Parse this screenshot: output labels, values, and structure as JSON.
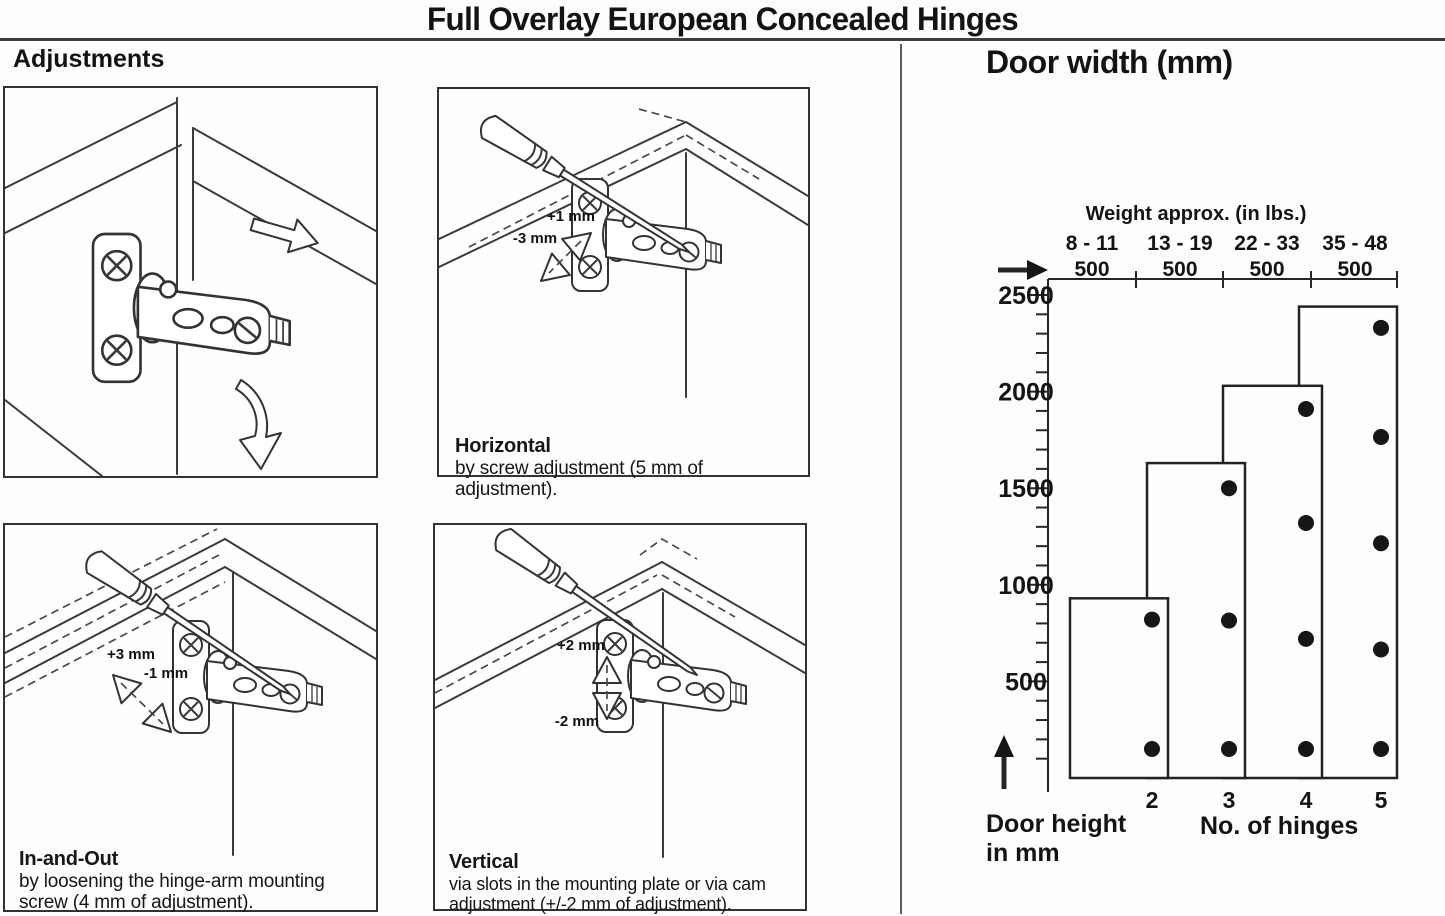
{
  "title": "Full Overlay European Concealed Hinges",
  "left": {
    "heading": "Adjustments",
    "panels": {
      "horizontal": {
        "plus_label": "+1 mm",
        "minus_label": "-3 mm",
        "caption_title": "Horizontal",
        "caption_body": "by screw adjustment (5 mm of adjustment)."
      },
      "in_and_out": {
        "plus_label": "+3 mm",
        "minus_label": "-1 mm",
        "caption_title": "In-and-Out",
        "caption_body": "by loosening the hinge-arm mounting screw (4 mm of adjustment)."
      },
      "vertical": {
        "plus_label": "+2 mm",
        "minus_label": "-2 mm",
        "caption_title": "Vertical",
        "caption_body": "via slots in the mounting plate or via cam adjustment (+/-2 mm of adjustment)."
      }
    }
  },
  "chart": {
    "title": "Door width (mm)",
    "weight_header": "Weight approx. (in lbs.)",
    "ylabel_line1": "Door height",
    "ylabel_line2": "in mm",
    "xlabel": "No. of hinges"
  },
  "chart_data": {
    "type": "bar",
    "title": "Door width (mm)",
    "xlabel": "No. of hinges",
    "ylabel": "Door height in mm",
    "categories": [
      2,
      3,
      4,
      5
    ],
    "values": [
      930,
      1630,
      2030,
      2440
    ],
    "values_note": "maximum door height (mm) per number of hinges, read from chart",
    "weight_classes_lbs": [
      "8 - 11",
      "13 - 19",
      "22 - 33",
      "35 - 48"
    ],
    "door_width_segment_mm": "500",
    "hinge_positions_mm": {
      "2": [
        820,
        150
      ],
      "3": [
        1500,
        815,
        150
      ],
      "4": [
        1910,
        1320,
        720,
        150
      ],
      "5": [
        2330,
        1765,
        1215,
        665,
        150
      ]
    },
    "y_ticks": [
      500,
      1000,
      1500,
      2000,
      2500
    ],
    "ylim": [
      0,
      2500
    ],
    "y_minor_step": 100,
    "grid": false,
    "legend": false
  }
}
